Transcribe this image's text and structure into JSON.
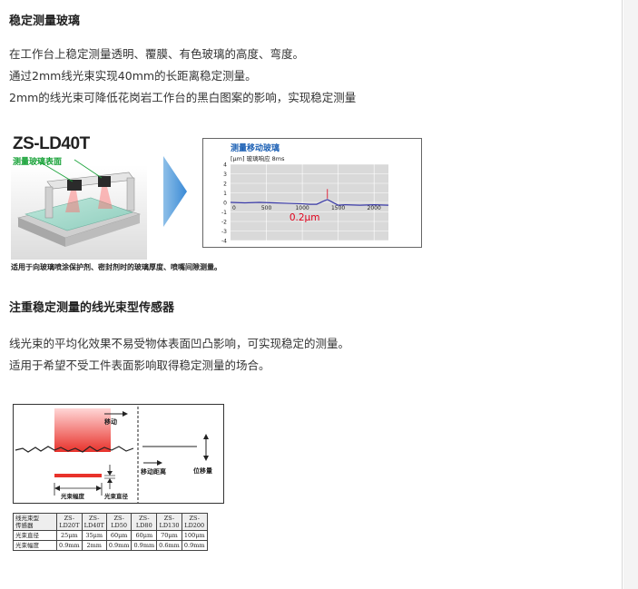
{
  "section1": {
    "heading": "稳定测量玻璃",
    "lines": [
      "在工作台上稳定测量透明、覆膜、有色玻璃的高度、弯度。",
      "通过2mm线光束实现40mm的长距离稳定测量。",
      "2mm的线光束可降低花岗岩工作台的黑白图案的影响，实现稳定测量"
    ],
    "product": {
      "model": "ZS-LD40T",
      "subtitle": "测量玻璃表面"
    },
    "note": "适用于向玻璃喷涂保护剂、密封剂时的玻璃厚度、喷嘴间隙测量。"
  },
  "chart_data": {
    "type": "line",
    "title": "测量移动玻璃",
    "ylabel": "[μm] 玻璃响应 8ms",
    "xlim": [
      0,
      2200
    ],
    "ylim": [
      -4,
      4
    ],
    "xticks": [
      500,
      1000,
      1500,
      2000
    ],
    "yticks": [
      4,
      3,
      2,
      1,
      0,
      -1,
      -2,
      -3,
      -4
    ],
    "grid": true,
    "series": [
      {
        "x": [
          0,
          200,
          400,
          600,
          800,
          1000,
          1100,
          1200,
          1300,
          1350,
          1400,
          1500,
          1600,
          1800,
          2000,
          2200
        ],
        "y": [
          0.0,
          -0.05,
          0.0,
          -0.05,
          -0.1,
          -0.15,
          -0.2,
          -0.2,
          0.15,
          0.3,
          0.1,
          -0.3,
          -0.25,
          -0.3,
          -0.25,
          -0.3
        ]
      }
    ],
    "annotation": "0.2μm",
    "colors": {
      "line": "#3a3aa8",
      "plot_bg": "#d9d9d9",
      "annotation": "#e0001b",
      "title": "#1a5fb4"
    }
  },
  "section2": {
    "heading": "注重稳定测量的线光束型传感器",
    "lines": [
      "线光束的平均化效果不易受物体表面凹凸影响，可实现稳定的测量。",
      "适用于希望不受工件表面影响取得稳定测量的场合。"
    ],
    "diagram": {
      "move_label": "移动",
      "distance_label": "移动距离",
      "displacement_label": "位移量",
      "beam_width_label": "光束幅度",
      "beam_diameter_label": "光束直径"
    },
    "table": {
      "headers": [
        "线光束型\n传感器",
        "ZS-\nLD20T",
        "ZS-\nLD40T",
        "ZS-\nLD50",
        "ZS-\nLD80",
        "ZS-\nLD130",
        "ZS-\nLD200"
      ],
      "rows": [
        [
          "光束直径",
          "25μm",
          "35μm",
          "60μm",
          "60μm",
          "70μm",
          "100μm"
        ],
        [
          "光束幅度",
          "0.9mm",
          "2mm",
          "0.9mm",
          "0.9mm",
          "0.6mm",
          "0.9mm"
        ]
      ]
    }
  }
}
